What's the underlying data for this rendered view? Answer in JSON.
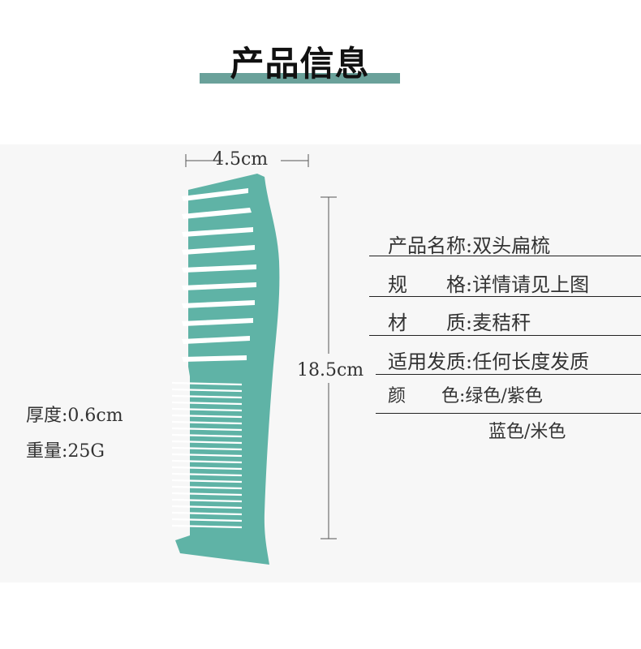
{
  "header": {
    "title": "产品信息"
  },
  "dimensions": {
    "width": "4.5cm",
    "height": "18.5cm"
  },
  "specs": [
    {
      "label": "产品名称",
      "value": ":双头扁梳"
    },
    {
      "label": "规　　格",
      "value": ":详情请见上图"
    },
    {
      "label": "材　　质",
      "value": ":麦秸秆"
    },
    {
      "label": "适用发质",
      "value": ":任何长度发质"
    },
    {
      "label": "颜　　色",
      "value": ":绿色/紫色"
    }
  ],
  "extra_colors": "蓝色/米色",
  "details": {
    "thickness": "厚度:0.6cm",
    "weight": "重量:25G"
  },
  "colors": {
    "accent": "#6aa19a",
    "comb": "#5fb3a6"
  }
}
